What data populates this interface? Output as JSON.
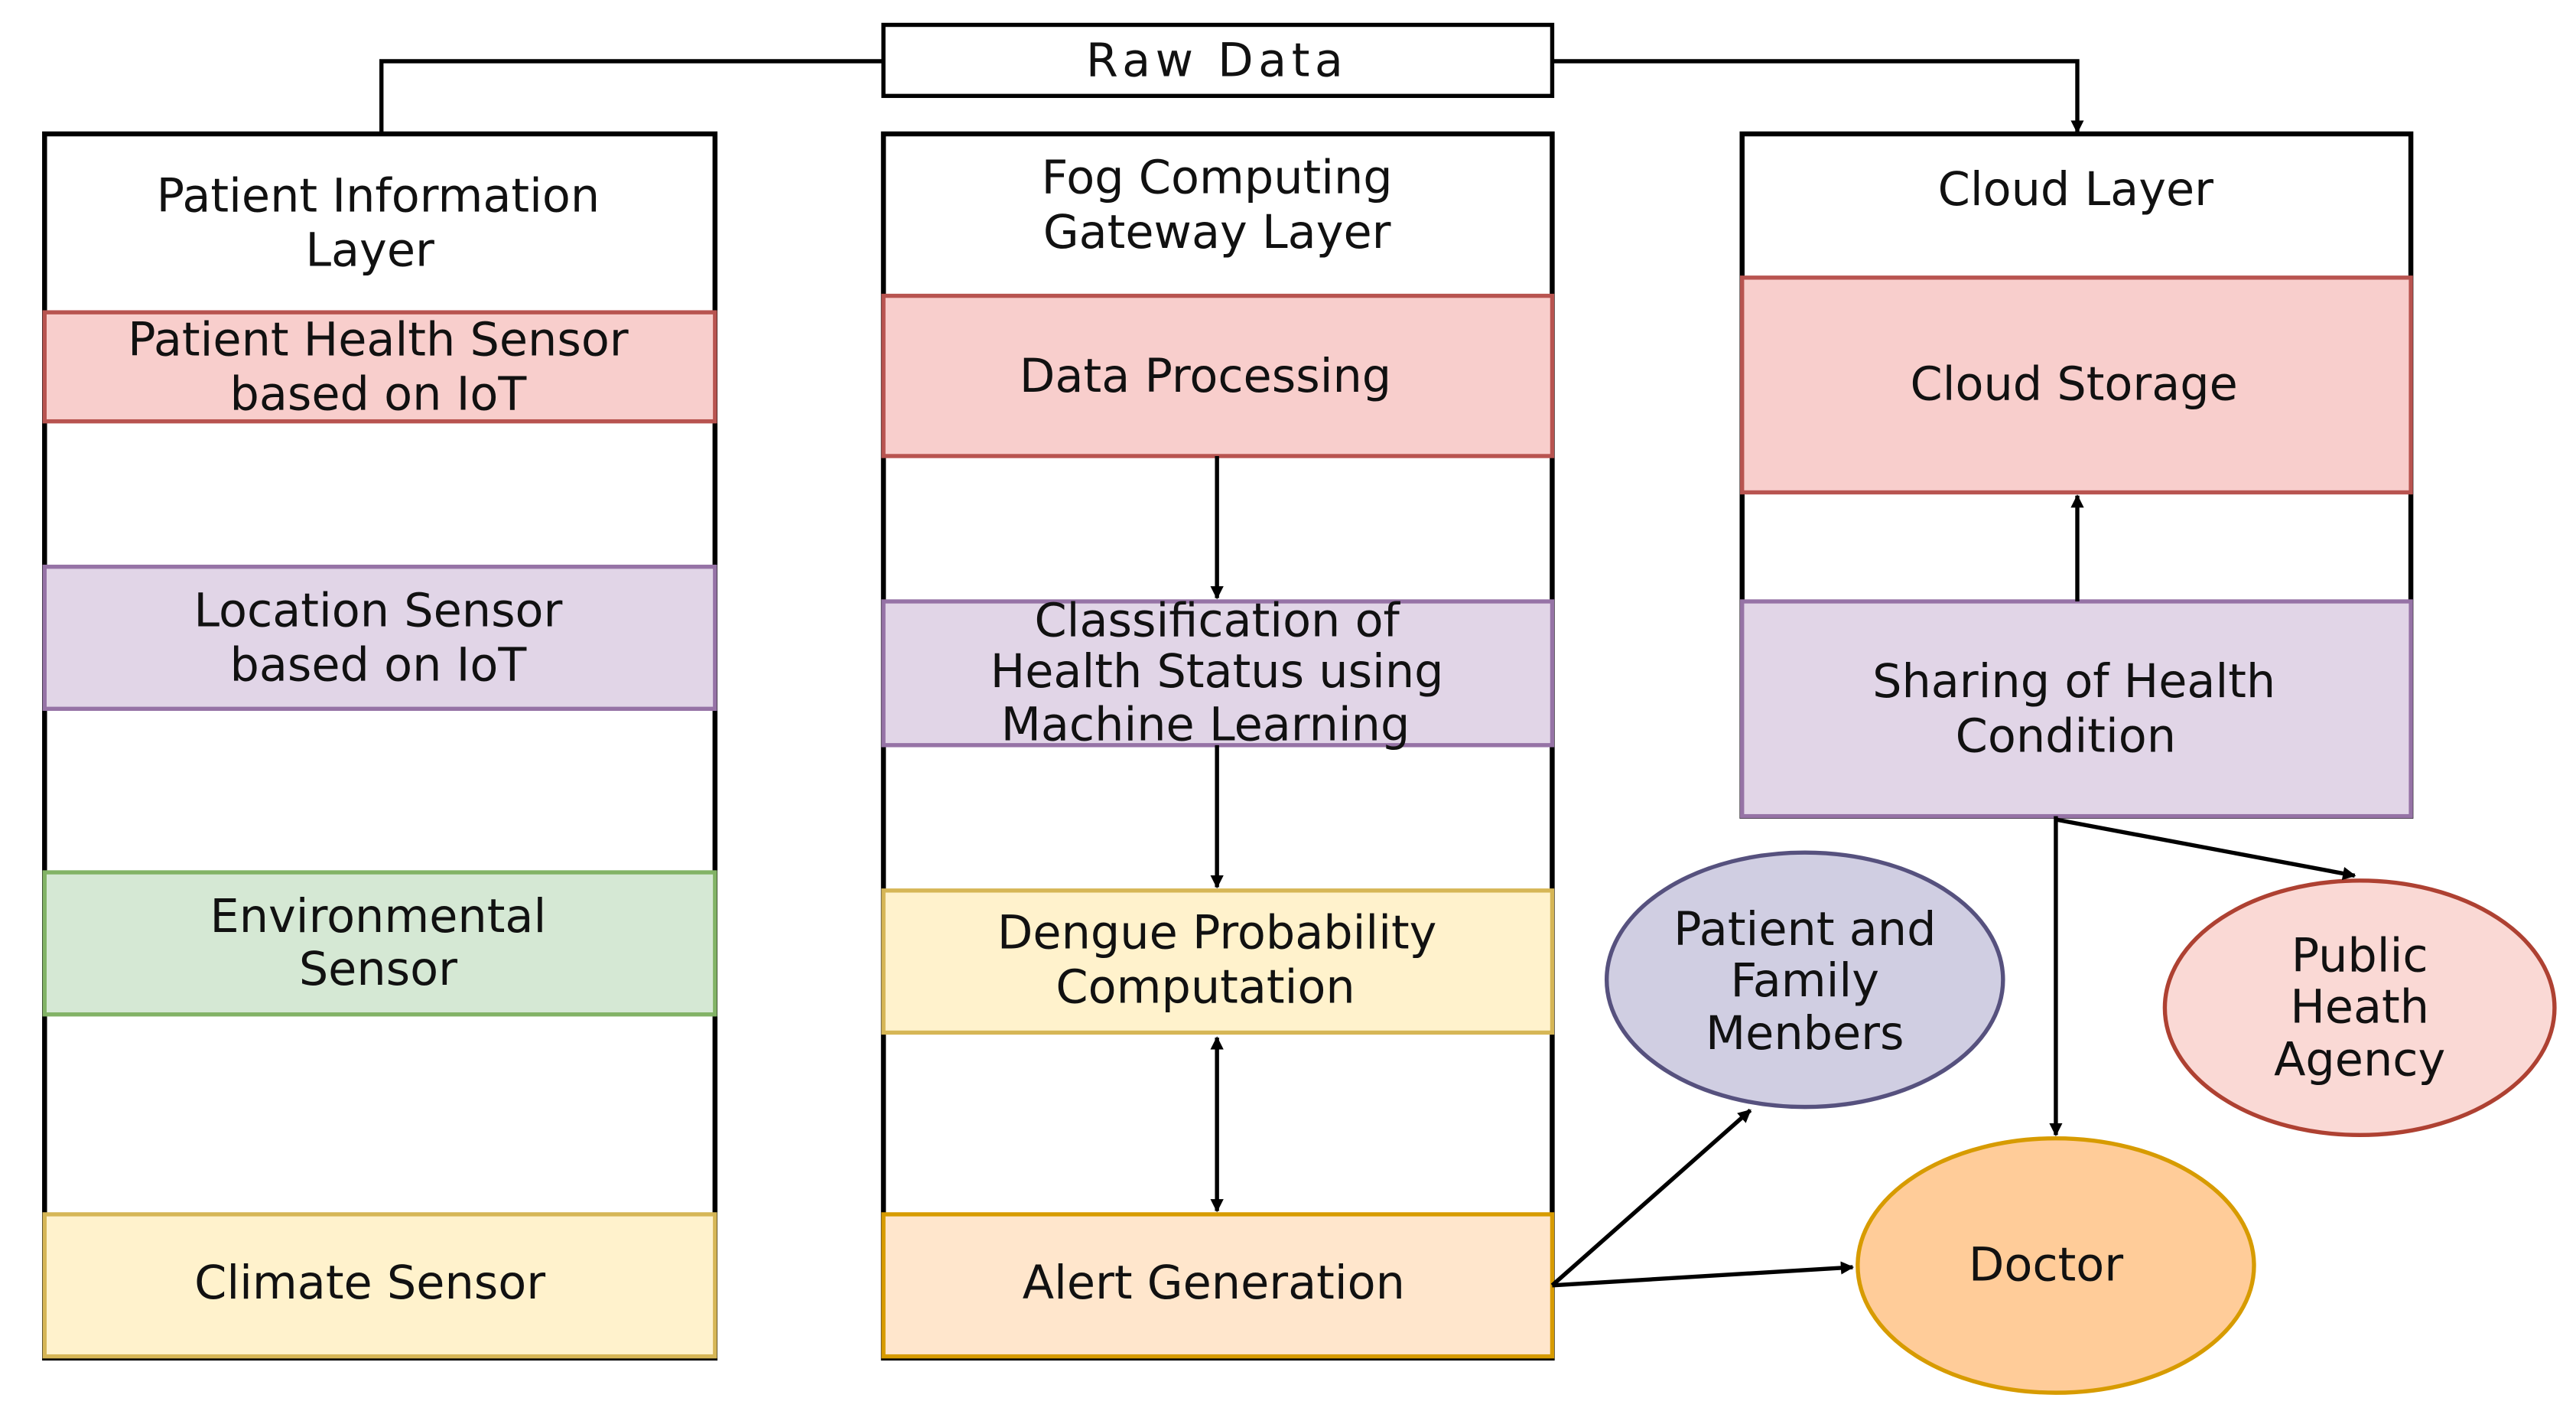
{
  "raw_data": "Raw Data",
  "columns": {
    "patient": {
      "title": [
        "Patient Information",
        "Layer"
      ],
      "items": [
        {
          "lines": [
            "Patient Health Sensor",
            "based on IoT"
          ],
          "fill": "#f8cecc",
          "stroke": "#b85450"
        },
        {
          "lines": [
            "Location Sensor",
            "based on IoT"
          ],
          "fill": "#e1d5e7",
          "stroke": "#9673a6"
        },
        {
          "lines": [
            "Environmental",
            "Sensor"
          ],
          "fill": "#d5e8d4",
          "stroke": "#82b366"
        },
        {
          "lines": [
            "Climate Sensor"
          ],
          "fill": "#fff2cc",
          "stroke": "#d6b656"
        }
      ]
    },
    "fog": {
      "title": [
        "Fog Computing",
        "Gateway Layer"
      ],
      "items": [
        {
          "lines": [
            "Data Processing"
          ],
          "fill": "#f8cecc",
          "stroke": "#b85450"
        },
        {
          "lines": [
            "Classification of",
            "Health Status using",
            "Machine Learning"
          ],
          "fill": "#e1d5e7",
          "stroke": "#9673a6"
        },
        {
          "lines": [
            "Dengue Probability",
            "Computation"
          ],
          "fill": "#fff2cc",
          "stroke": "#d6b656"
        },
        {
          "lines": [
            "Alert Generation"
          ],
          "fill": "#ffe6cc",
          "stroke": "#d79b00"
        }
      ]
    },
    "cloud": {
      "title": [
        "Cloud Layer"
      ],
      "items": [
        {
          "lines": [
            "Cloud Storage"
          ],
          "fill": "#f8cecc",
          "stroke": "#b85450"
        },
        {
          "lines": [
            "Sharing of Health",
            "Condition"
          ],
          "fill": "#e1d5e7",
          "stroke": "#9673a6"
        }
      ]
    }
  },
  "recipients": {
    "family": {
      "lines": [
        "Patient and",
        "Family",
        "Menbers"
      ],
      "fill": "#d0cee2",
      "stroke": "#56517e"
    },
    "agency": {
      "lines": [
        "Public",
        "Heath",
        "Agency"
      ],
      "fill": "#fad9d5",
      "stroke": "#ae4132"
    },
    "doctor": {
      "lines": [
        "Doctor"
      ],
      "fill": "#ffcc99",
      "stroke": "#d79b00"
    }
  }
}
